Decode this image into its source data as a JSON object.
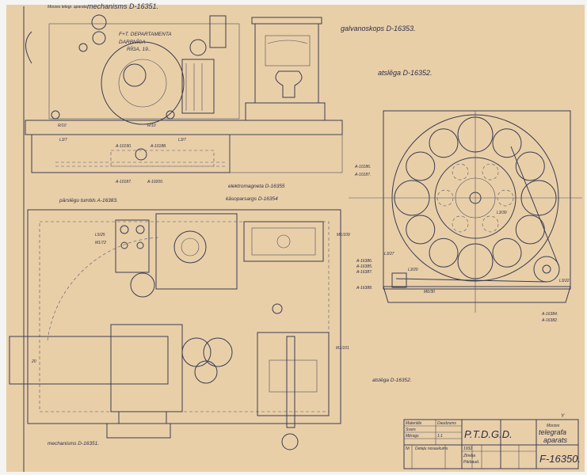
{
  "labels": {
    "prefix": "Morzes telegr. aparata",
    "mech_top": "mechanisms D-16351.",
    "galv": "galvanoskops D-16353.",
    "atslega_top": "atslēga D-16352.",
    "stamp_1": "F+T. DEPARTAMENTA",
    "stamp_2": "DARBNĪCA",
    "stamp_3": "RĪGA, 19..",
    "r10a": "R/10",
    "r10b": "R/10",
    "l37a": "L3/7",
    "l37b": "L3/7",
    "a10190": "A-10190.",
    "a10188": "A-10188.",
    "a10187": "A-10187.",
    "a10200": "A-10200.",
    "parslegs": "pārslēgu tumbls A-16383.",
    "elektromagn": "elektromagneta D-16355",
    "kasop": "kāsoparsargs D-16354",
    "l525": "L5/25",
    "m172": "M1/72",
    "m1109": "M1/109",
    "m1101": "M1/101",
    "mech_bottom": "mechanisms D-16351.",
    "atslega_bottom": "atslēga D-16352.",
    "r_a10186": "A-10186.",
    "r_a10187": "A-10187.",
    "r_l330": "L3/30",
    "r_l327": "L3/27",
    "r_a16386": "A-16386.",
    "r_a16385": "A-16385.",
    "r_a16387": "A-16387.",
    "r_a16388": "A-16388.",
    "r_l320": "L3/20",
    "r_m630": "M6/30",
    "r_l322": "L3/22",
    "r_a16384": "A-16384.",
    "r_a16382": "A-16382.",
    "dim": "20"
  },
  "title_block": {
    "org": "P.T.D.G.D.",
    "title_1": "Morzes",
    "title_2": "telegrafa",
    "title_3": "aparats",
    "number": "F-16350.",
    "materials": "Materiāls",
    "amount": "Daudzums",
    "scale": "Mērogs",
    "weight": "Svars",
    "scale_val": "1:1",
    "col_nr": "Nr",
    "col_name": "Detaļu nosaukums",
    "year": "1932",
    "drawn": "Zīmēja",
    "checked": "Pārbaud.",
    "corner": "Y"
  }
}
